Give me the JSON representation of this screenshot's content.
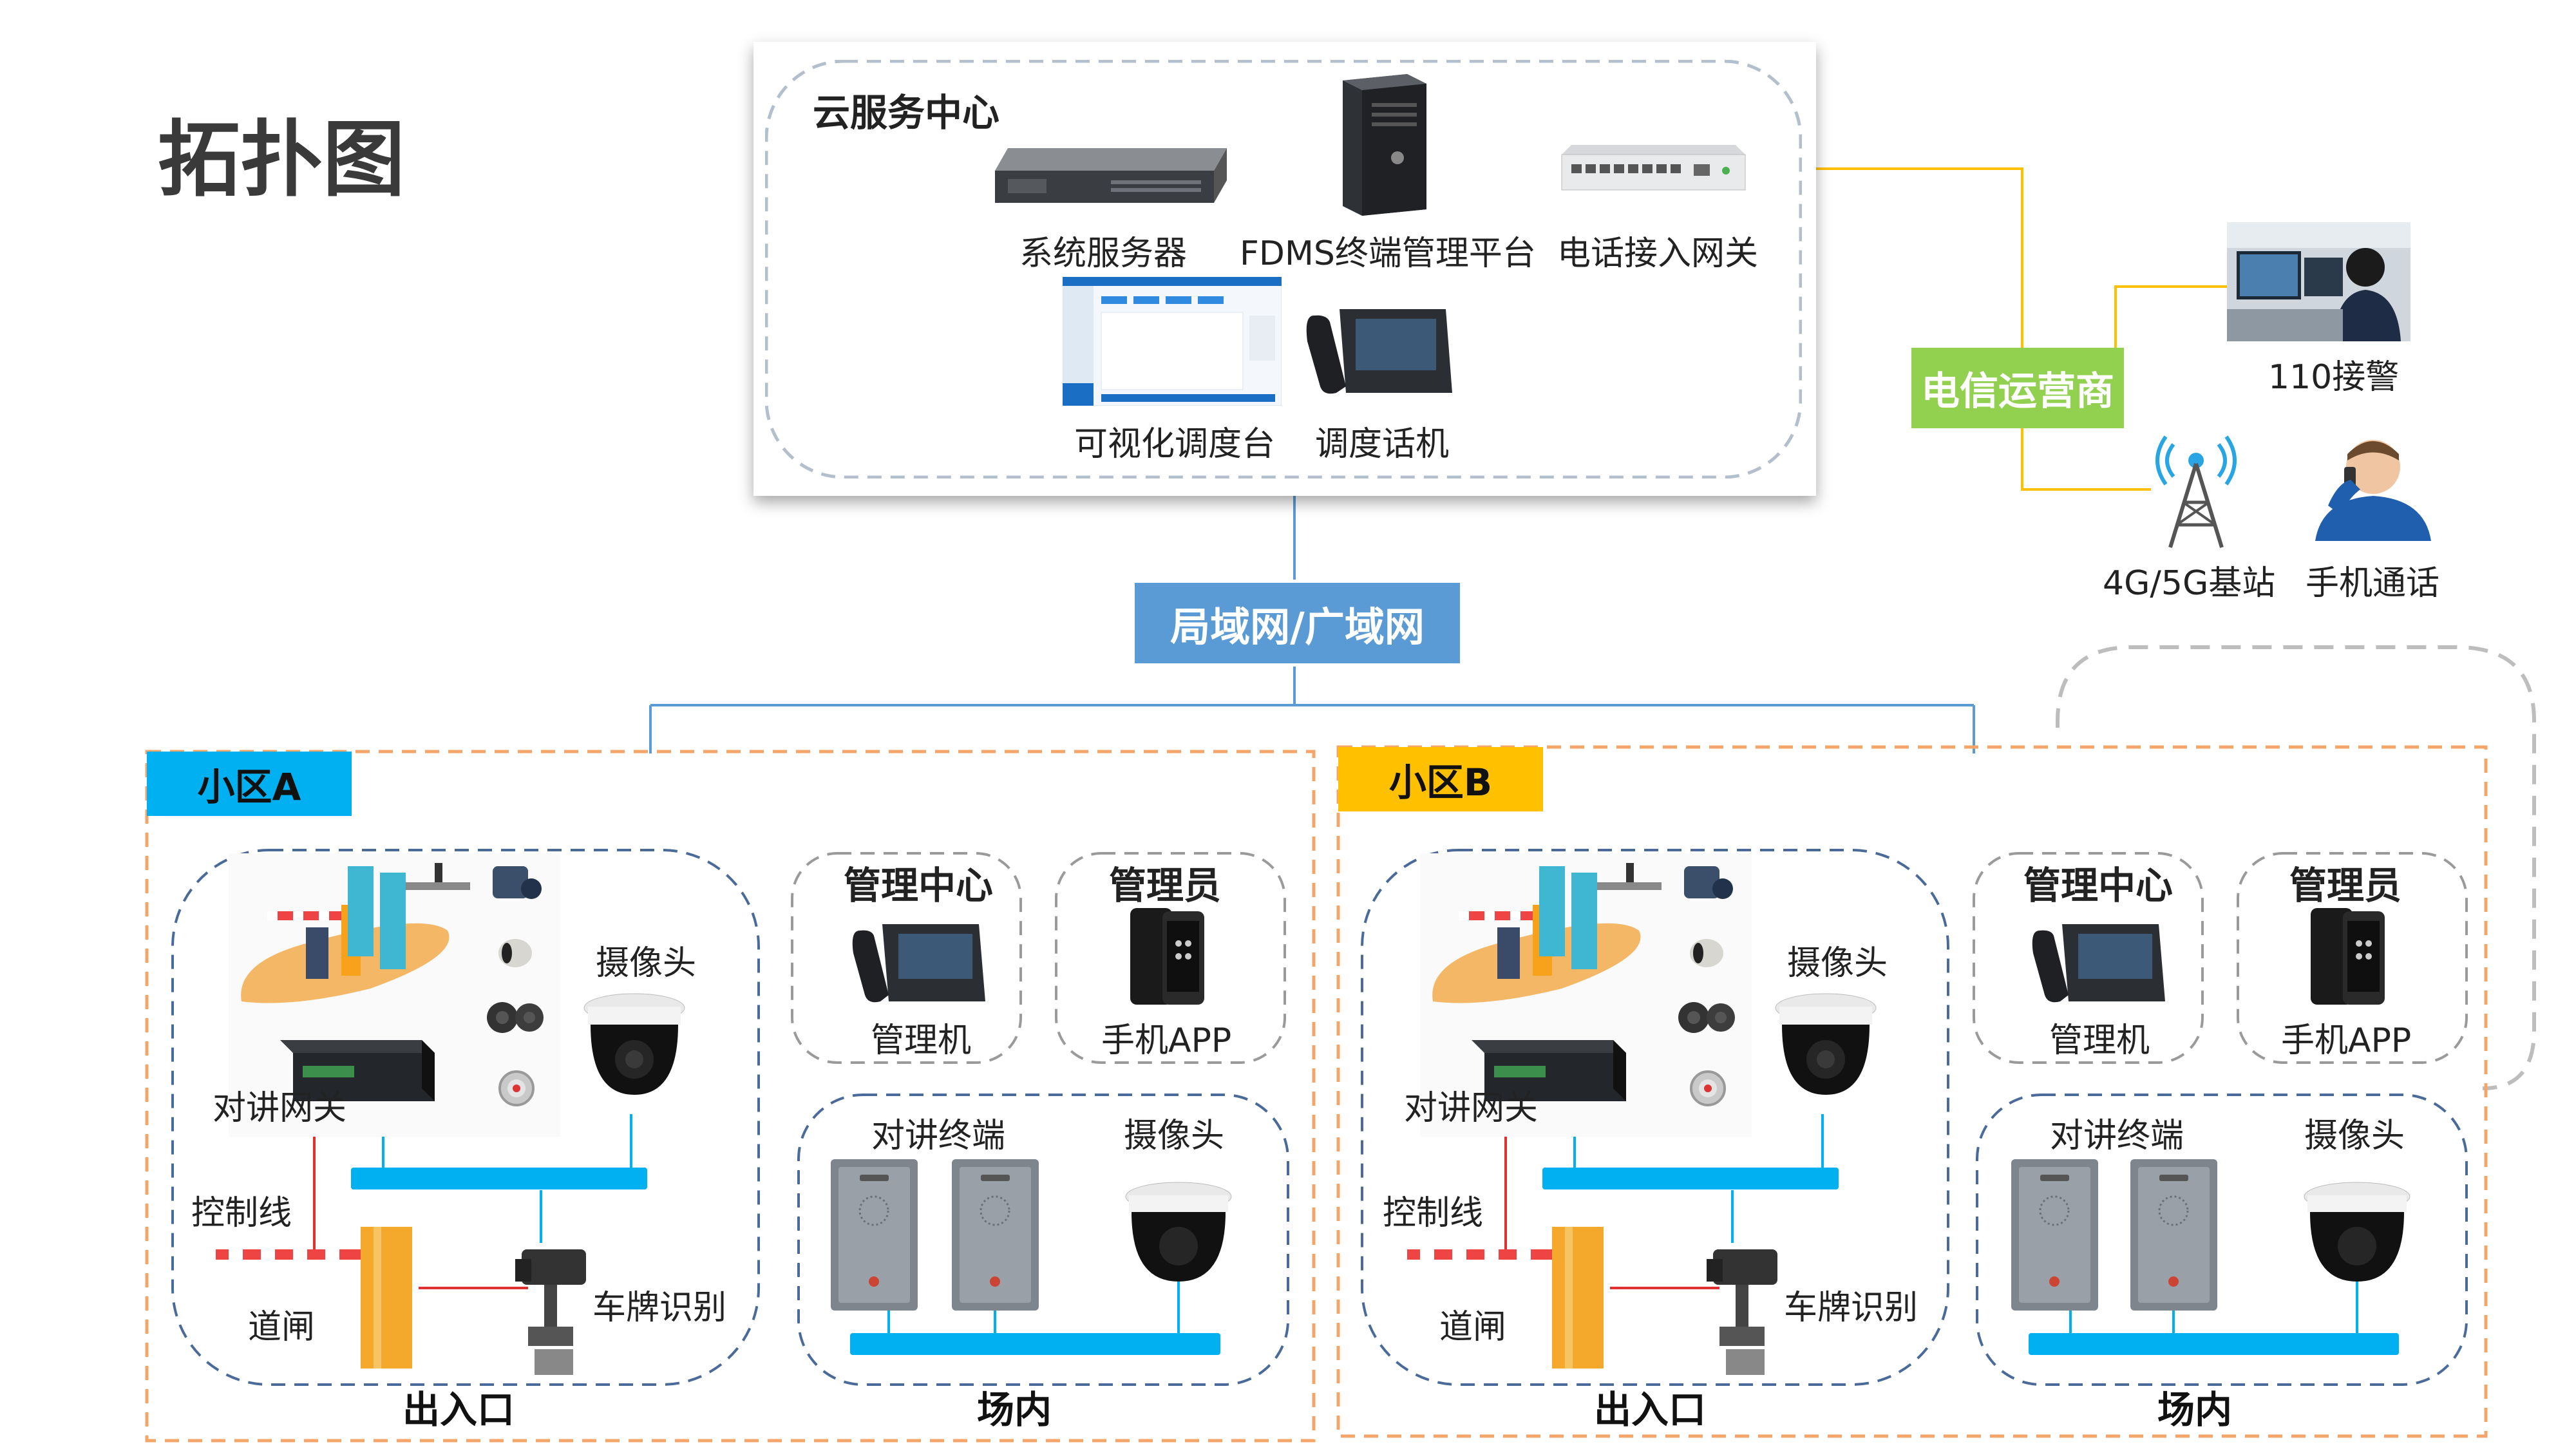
{
  "page_title": "拓扑图",
  "cloud": {
    "title": "云服务中心",
    "devices": [
      {
        "label": "系统服务器",
        "icon": "rack-server-icon"
      },
      {
        "label": "FDMS终端管理平台",
        "icon": "tower-server-icon"
      },
      {
        "label": "电话接入网关",
        "icon": "voip-gateway-icon"
      },
      {
        "label": "可视化调度台",
        "icon": "dispatch-console-screen-icon"
      },
      {
        "label": "调度话机",
        "icon": "desk-phone-icon"
      }
    ]
  },
  "network": {
    "label": "局域网/广域网"
  },
  "carrier": {
    "label": "电信运营商",
    "endpoints": [
      {
        "label": "110接警",
        "icon": "police-operator-icon"
      },
      {
        "label": "4G/5G基站",
        "icon": "cell-tower-icon"
      },
      {
        "label": "手机通话",
        "icon": "mobile-caller-icon"
      }
    ]
  },
  "communities": [
    {
      "name": "小区A",
      "badge_color": "#00b0f0",
      "entrance": {
        "title": "出入口",
        "gateway_label": "对讲网关",
        "camera_label": "摄像头",
        "control_line_label": "控制线",
        "barrier_label": "道闸",
        "lpr_label": "车牌识别"
      },
      "management": {
        "title": "管理中心",
        "device_label": "管理机"
      },
      "admin": {
        "title": "管理员",
        "device_label": "手机APP"
      },
      "inside": {
        "title": "场内",
        "terminal_label": "对讲终端",
        "camera_label": "摄像头"
      }
    },
    {
      "name": "小区B",
      "badge_color": "#ffc000",
      "entrance": {
        "title": "出入口",
        "gateway_label": "对讲网关",
        "camera_label": "摄像头",
        "control_line_label": "控制线",
        "barrier_label": "道闸",
        "lpr_label": "车牌识别"
      },
      "management": {
        "title": "管理中心",
        "device_label": "管理机"
      },
      "admin": {
        "title": "管理员",
        "device_label": "手机APP"
      },
      "inside": {
        "title": "场内",
        "terminal_label": "对讲终端",
        "camera_label": "摄像头"
      }
    }
  ],
  "colors": {
    "network_blue": "#5b9bd5",
    "carrier_green": "#92d050",
    "bus_cyan": "#00b0f0",
    "community_border": "#f4a56a",
    "group_border": "#4a6a99",
    "carrier_line": "#ffc000",
    "control_line": "#e03030"
  }
}
